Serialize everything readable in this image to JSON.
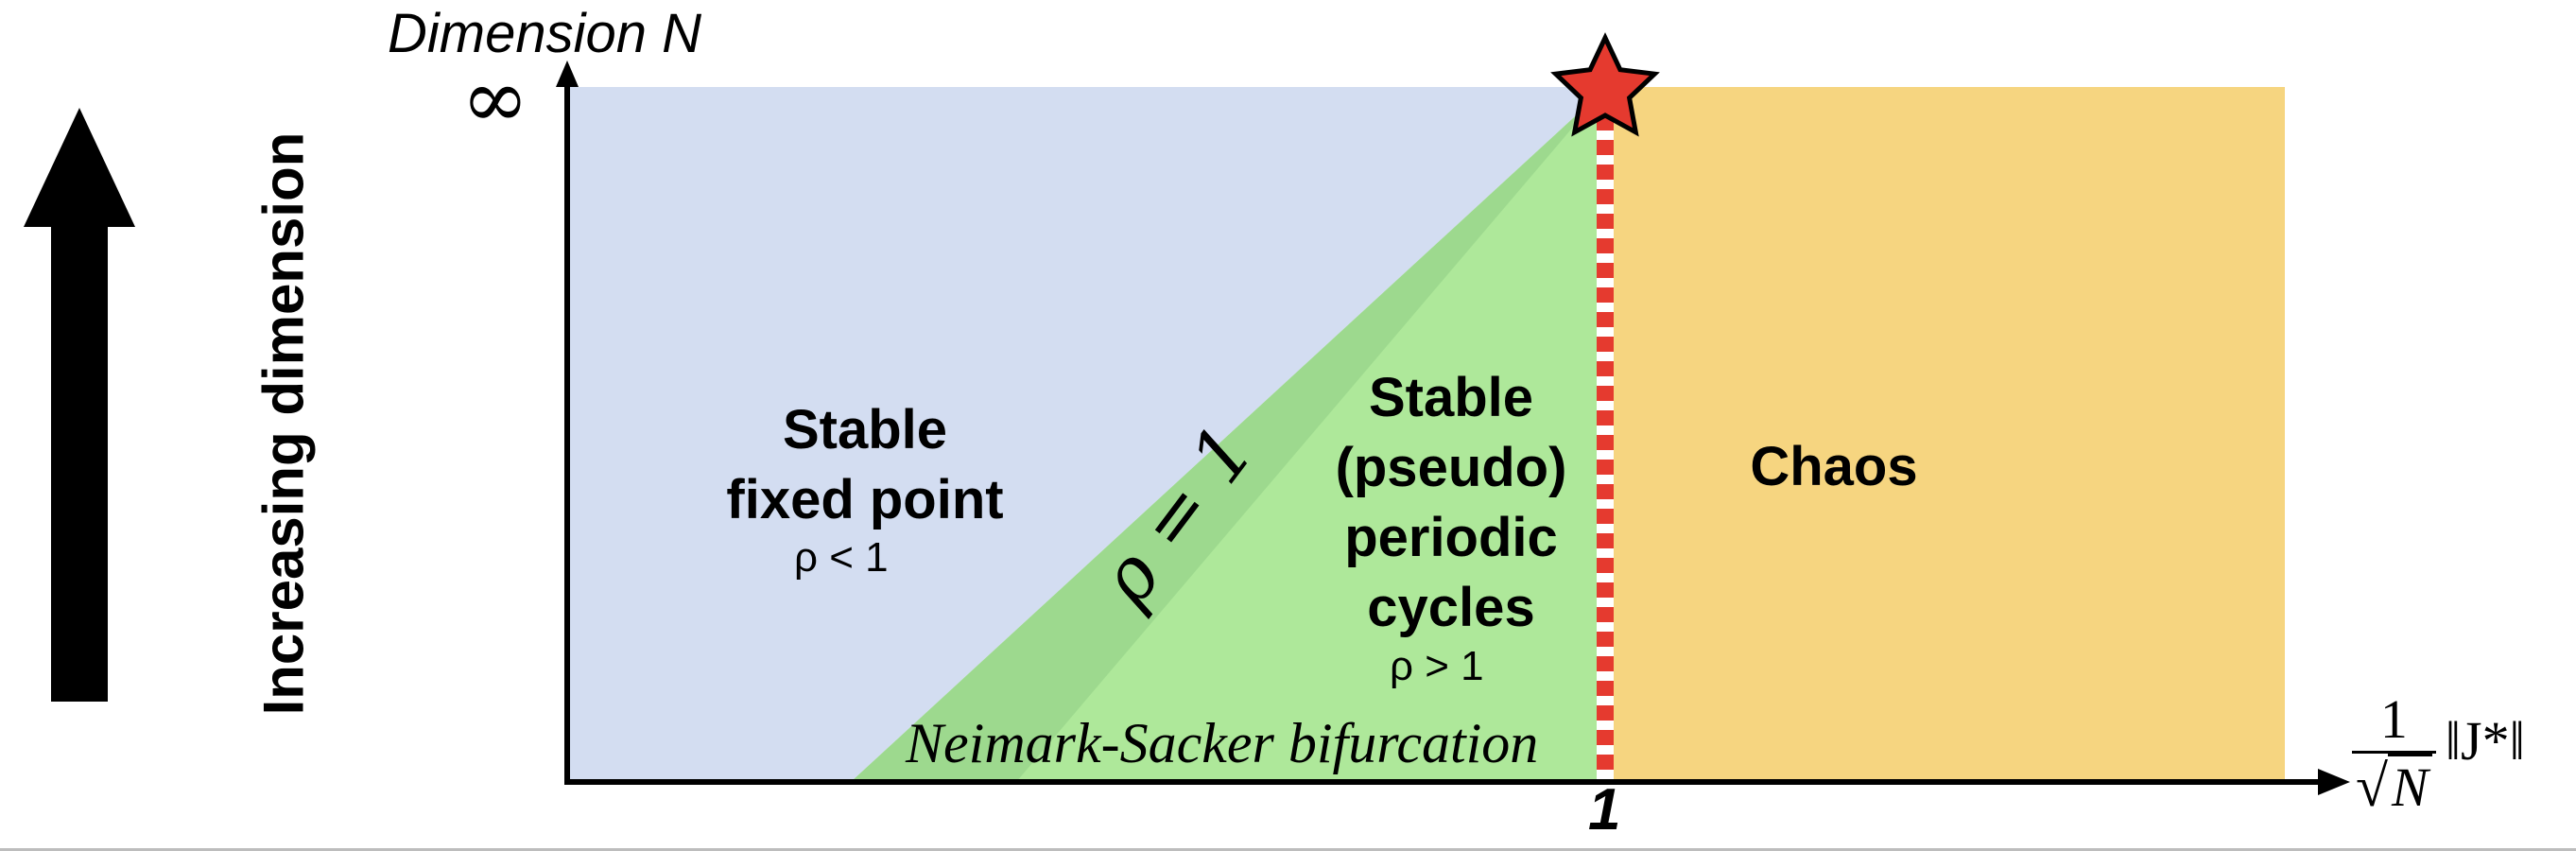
{
  "side_arrow": {
    "label": "Increasing dimension"
  },
  "y_axis": {
    "title": "Dimension N",
    "top_tick": "∞"
  },
  "x_axis": {
    "tick_critical": "1",
    "label_numerator": "1",
    "label_sqrt_arg": "N",
    "label_norm": "‖J*‖"
  },
  "regions": {
    "fixed_point": {
      "title": "Stable\nfixed point",
      "condition": "ρ < 1",
      "color": "#d3ddf1"
    },
    "cycles": {
      "title": "Stable\n(pseudo)\nperiodic\ncycles",
      "condition": "ρ > 1",
      "color": "#aee89a"
    },
    "chaos": {
      "title": "Chaos",
      "color": "#f6d580"
    }
  },
  "boundary_band": {
    "label": "ρ = 1",
    "color": "#9dd98e"
  },
  "bifurcation": {
    "label": "Neimark-Sacker bifurcation"
  },
  "critical_line": {
    "color_a": "#e53a2f",
    "color_b": "#ffffff"
  },
  "star": {
    "color": "#e53a2f"
  }
}
